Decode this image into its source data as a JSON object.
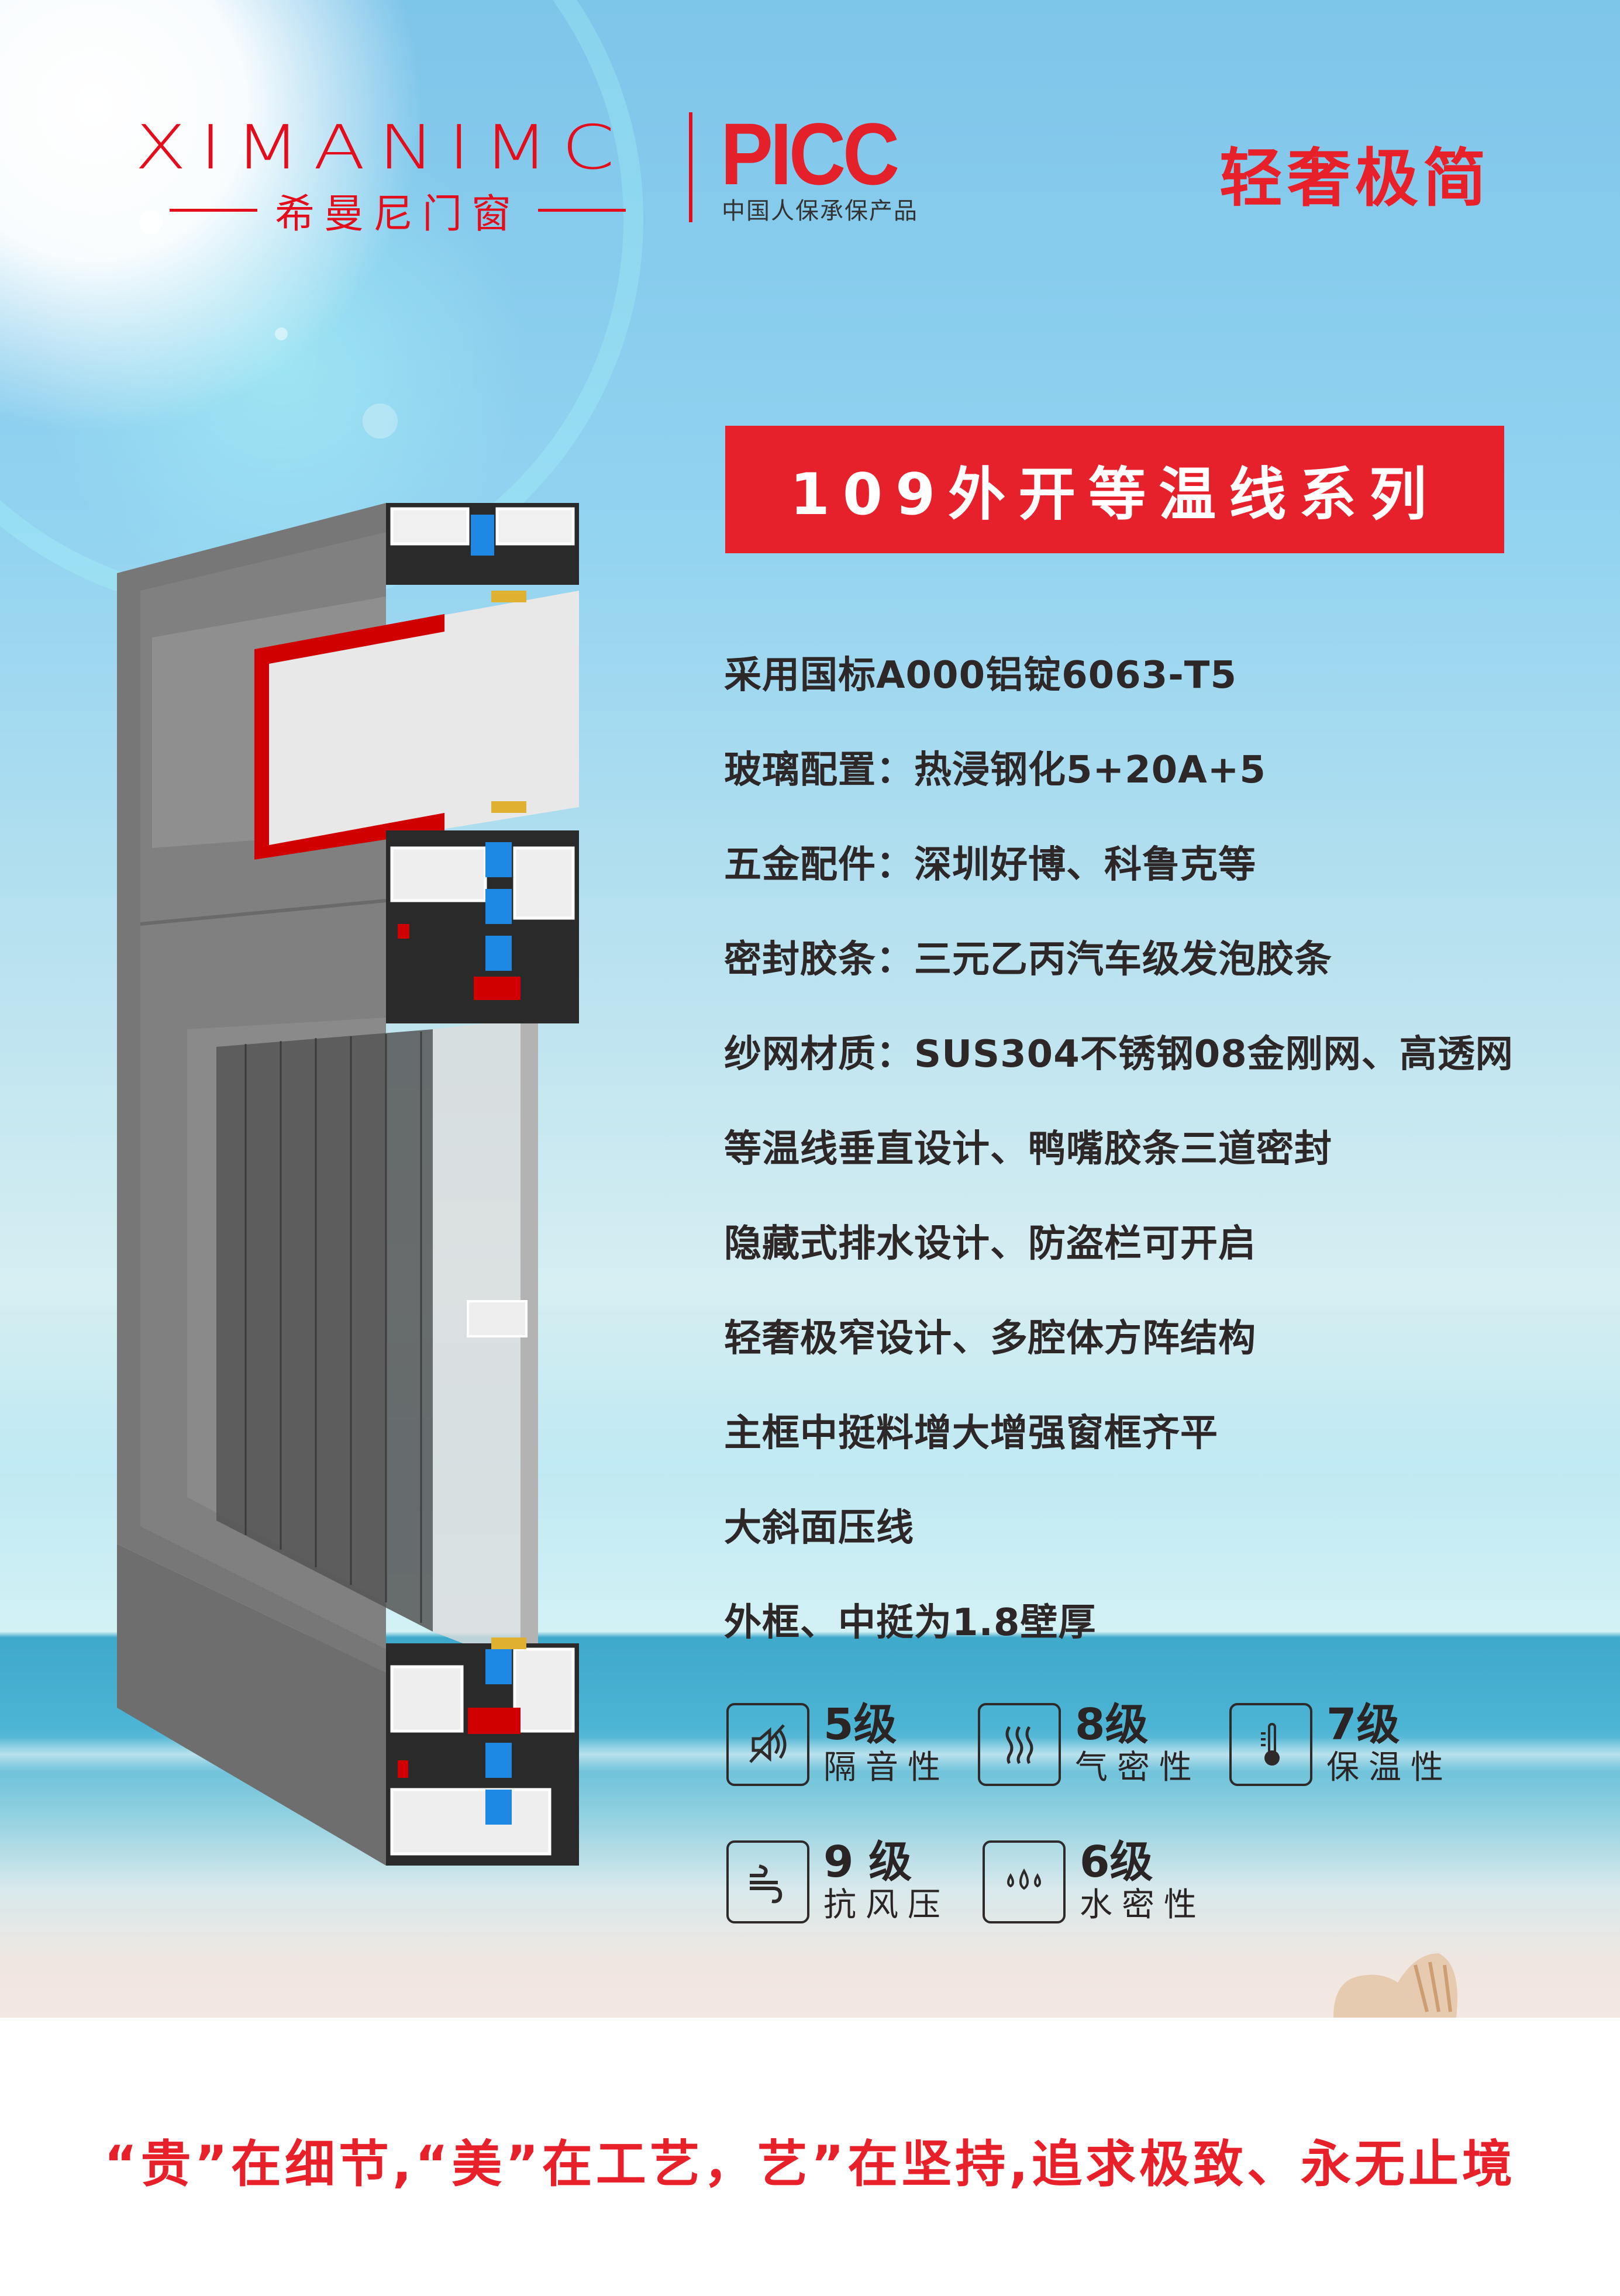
{
  "header": {
    "brand_wordmark": "XIMANIMC",
    "brand_chinese": "希曼尼门窗",
    "partner_logo": "PICC",
    "partner_subtitle": "中国人保承保产品",
    "tagline": "轻奢极简"
  },
  "title": "109外开等温线系列",
  "features": [
    "采用国标A000铝锭6063-T5",
    "玻璃配置：热浸钢化5+20A+5",
    "五金配件：深圳好博、科鲁克等",
    "密封胶条：三元乙丙汽车级发泡胶条",
    "纱网材质：SUS304不锈钢08金刚网、高透网",
    "等温线垂直设计、鸭嘴胶条三道密封",
    "隐藏式排水设计、防盗栏可开启",
    "轻奢极窄设计、多腔体方阵结构",
    "主框中挺料增大增强窗框齐平",
    "大斜面压线",
    "外框、中挺为1.8壁厚"
  ],
  "badges": [
    {
      "icon": "sound-insulation-icon",
      "level": "5级",
      "name": "隔音性"
    },
    {
      "icon": "air-tightness-icon",
      "level": "8级",
      "name": "气密性"
    },
    {
      "icon": "thermometer-icon",
      "level": "7级",
      "name": "保温性"
    },
    {
      "icon": "wind-icon",
      "level": "9 级",
      "name": "抗风压"
    },
    {
      "icon": "water-drops-icon",
      "level": "6级",
      "name": "水密性"
    }
  ],
  "footer": {
    "slogan": "“贵”在细节,“美”在工艺，艺”在坚持,追求极致、永无止境"
  },
  "colors": {
    "brand_red": "#e30d1b",
    "banner_red": "#e7212b",
    "text_dark": "#2d2727",
    "sky_blue": "#92d3f0",
    "sea_blue": "#3fa9cc"
  }
}
